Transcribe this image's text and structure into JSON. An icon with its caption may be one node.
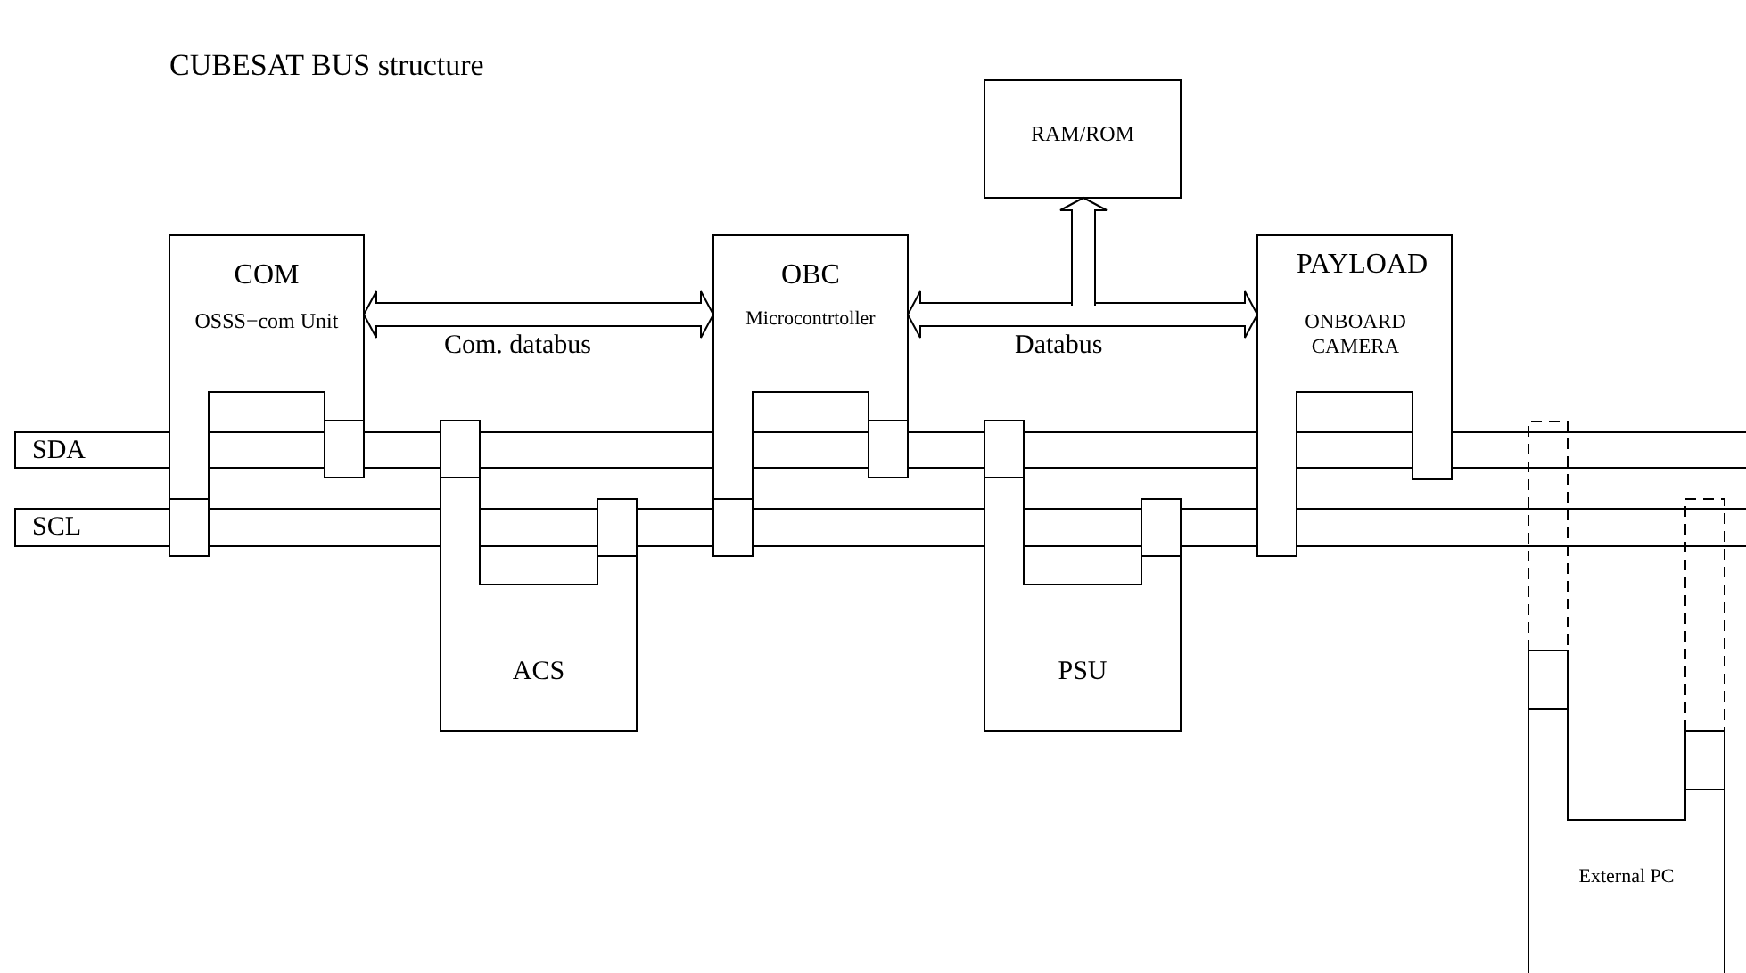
{
  "diagram": {
    "title": "CUBESAT BUS structure",
    "nodes": [
      {
        "text": [
          "RAM/ROM"
        ]
      },
      {
        "text": [
          "COM",
          "OSSS−com Unit"
        ]
      },
      {
        "text": [
          "OBC",
          "Microcontrtoller"
        ]
      },
      {
        "text": [
          "PAYLOAD",
          "ONBOARD CAMERA"
        ]
      },
      {
        "text": [
          "SDA"
        ]
      },
      {
        "text": [
          "SCL"
        ]
      },
      {
        "text": [
          "ACS"
        ]
      },
      {
        "text": [
          "PSU"
        ]
      },
      {
        "text": [
          "External PC"
        ]
      }
    ],
    "edges": [
      {
        "from": 1,
        "to": 2,
        "arrow": "both",
        "label": "Com. databus"
      },
      {
        "from": 2,
        "to": 3,
        "arrow": "both",
        "label": "Databus"
      },
      {
        "from": null,
        "to": 0,
        "arrow": "to"
      }
    ]
  }
}
